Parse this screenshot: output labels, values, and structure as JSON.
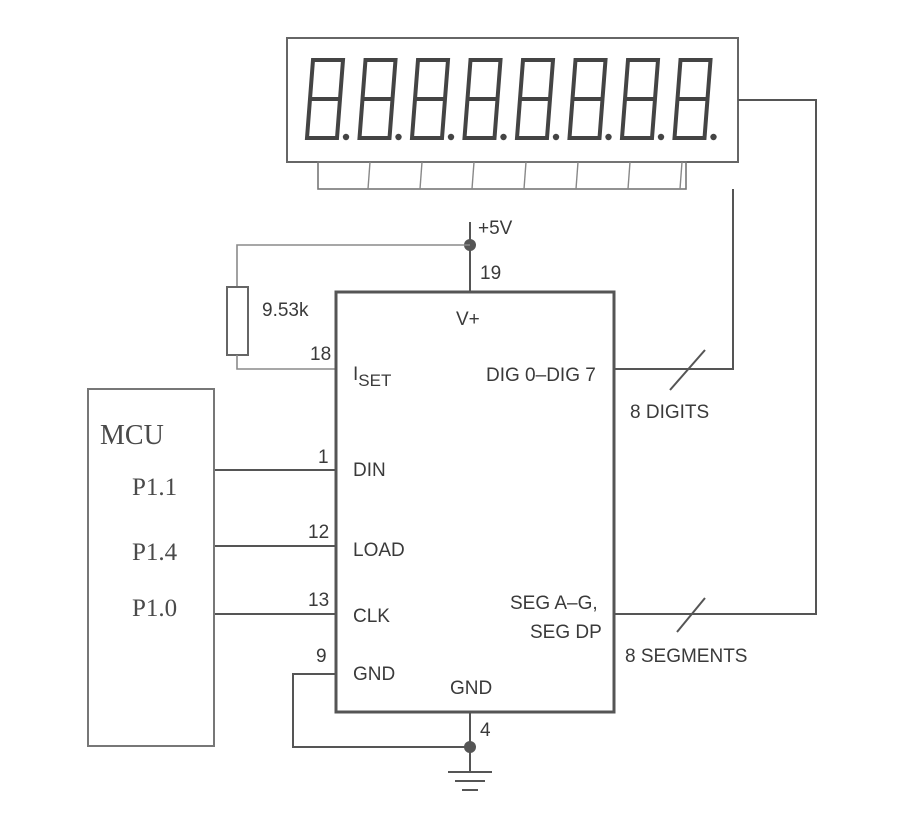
{
  "display": {
    "digit_count": 8,
    "digit_glyph": "8."
  },
  "power": {
    "label": "+5V",
    "pin": "19"
  },
  "resistor": {
    "label": "9.53k"
  },
  "ic": {
    "vplus": "V+",
    "iset_main": "I",
    "iset_sub": "SET",
    "iset_pin": "18",
    "din": "DIN",
    "din_pin": "1",
    "load": "LOAD",
    "load_pin": "12",
    "clk": "CLK",
    "clk_pin": "13",
    "gnd_left": "GND",
    "gnd_left_pin": "9",
    "gnd_bottom": "GND",
    "gnd_bottom_pin": "4",
    "dig": "DIG 0–DIG 7",
    "seg_line1": "SEG A–G,",
    "seg_line2": "SEG DP"
  },
  "bus": {
    "digits_label": "8 DIGITS",
    "segments_label": "8 SEGMENTS"
  },
  "mcu": {
    "title": "MCU",
    "pins": [
      "P1.1",
      "P1.4",
      "P1.0"
    ]
  }
}
